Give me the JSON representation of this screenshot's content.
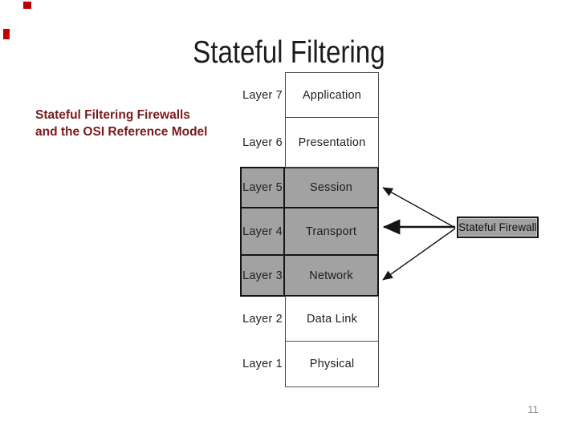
{
  "slide": {
    "title": "Stateful Filtering",
    "page_number": "11"
  },
  "subtitle": {
    "line1": "Stateful Filtering Firewalls",
    "line2": "and the OSI Reference Model"
  },
  "diagram": {
    "layers": [
      {
        "label": "Layer 7",
        "name": "Application",
        "highlighted": false
      },
      {
        "label": "Layer 6",
        "name": "Presentation",
        "highlighted": false
      },
      {
        "label": "Layer 5",
        "name": "Session",
        "highlighted": true
      },
      {
        "label": "Layer 4",
        "name": "Transport",
        "highlighted": true
      },
      {
        "label": "Layer 3",
        "name": "Network",
        "highlighted": true
      },
      {
        "label": "Layer 2",
        "name": "Data Link",
        "highlighted": false
      },
      {
        "label": "Layer 1",
        "name": "Physical",
        "highlighted": false
      }
    ],
    "firewall_label": "Stateful Firewall",
    "arrow_targets": [
      "Session",
      "Transport",
      "Network"
    ],
    "colors": {
      "highlight_fill": "#A2A2A2",
      "highlight_border": "#141414",
      "plain_box_border": "#4e4e4e",
      "subtitle_text": "#7A1A1A",
      "accent_red": "#C00000",
      "page_number_text": "#8d8d8d"
    }
  }
}
